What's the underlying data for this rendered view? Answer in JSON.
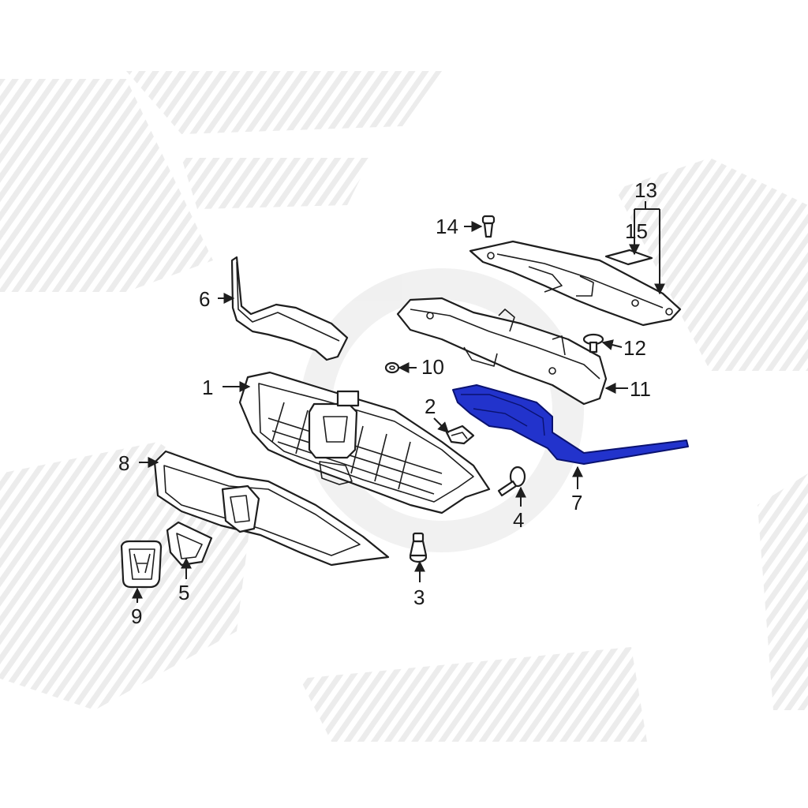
{
  "callouts": {
    "c1": "1",
    "c2": "2",
    "c3": "3",
    "c4": "4",
    "c5": "5",
    "c6": "6",
    "c7": "7",
    "c8": "8",
    "c9": "9",
    "c10": "10",
    "c11": "11",
    "c12": "12",
    "c13": "13",
    "c14": "14",
    "c15": "15"
  },
  "colors": {
    "highlight_part": "#2233cc",
    "line": "#1e1e1e",
    "watermark": "#e9e9e9"
  }
}
